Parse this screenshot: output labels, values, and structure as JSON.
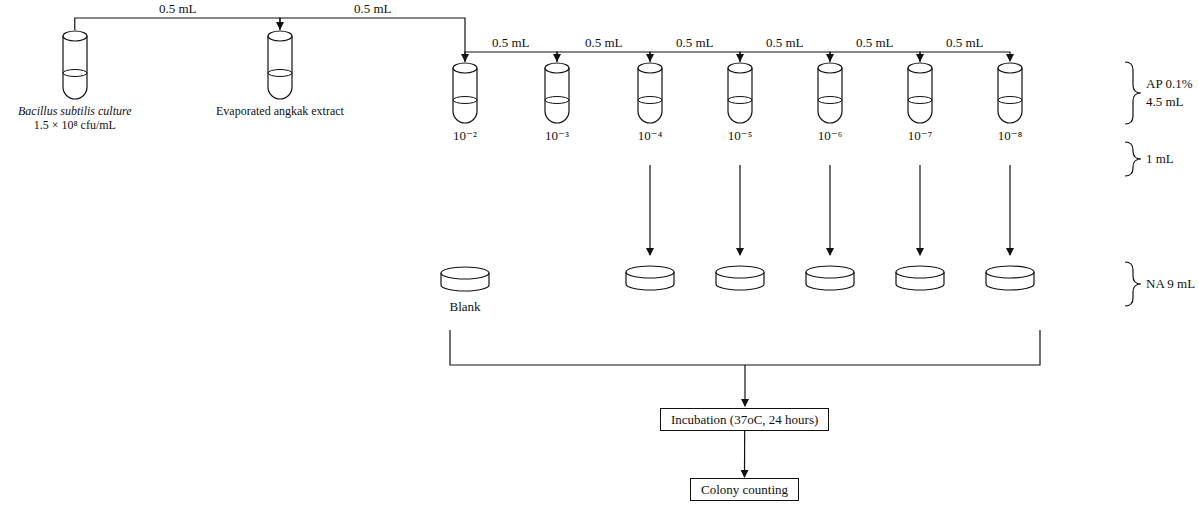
{
  "diagram": {
    "nodes": [
      {
        "text": [
          "Bacillus subtilis culture",
          "1.5 × 10⁸ cfu/mL"
        ]
      },
      {
        "text": [
          "Evaporated angkak extract"
        ]
      },
      {
        "text": [
          "10⁻²"
        ]
      },
      {
        "text": [
          "10⁻³"
        ]
      },
      {
        "text": [
          "10⁻⁴"
        ]
      },
      {
        "text": [
          "10⁻⁵"
        ]
      },
      {
        "text": [
          "10⁻⁶"
        ]
      },
      {
        "text": [
          "10⁻⁷"
        ]
      },
      {
        "text": [
          "10⁻⁸"
        ]
      },
      {
        "text": [
          "Blank"
        ]
      },
      {
        "text": [
          "Incubation (37oC, 24 hours)"
        ]
      },
      {
        "text": [
          "Colony counting"
        ]
      }
    ],
    "edges": [
      {
        "from": 0,
        "to": 1,
        "label": "0.5 mL",
        "arrow": "to"
      },
      {
        "from": 1,
        "to": 2,
        "label": "0.5 mL",
        "arrow": "to"
      },
      {
        "from": 2,
        "to": 3,
        "label": "0.5 mL",
        "arrow": "to"
      },
      {
        "from": 3,
        "to": 4,
        "label": "0.5 mL",
        "arrow": "to"
      },
      {
        "from": 4,
        "to": 5,
        "label": "0.5 mL",
        "arrow": "to"
      },
      {
        "from": 5,
        "to": 6,
        "label": "0.5 mL",
        "arrow": "to"
      },
      {
        "from": 6,
        "to": 7,
        "label": "0.5 mL",
        "arrow": "to"
      },
      {
        "from": 7,
        "to": 8,
        "label": "0.5 mL",
        "arrow": "to"
      },
      {
        "from": 10,
        "to": 11,
        "arrow": "to"
      }
    ],
    "labels": [
      "AP 0.1%",
      "4.5 mL",
      "1 mL",
      "NA 9 mL"
    ]
  }
}
